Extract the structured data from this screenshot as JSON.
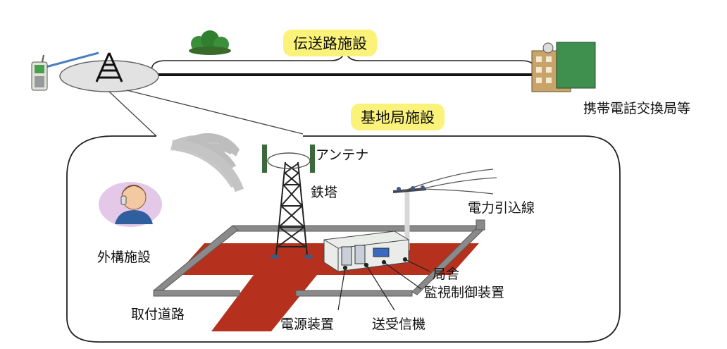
{
  "labels": {
    "transmission_facility": "伝送路施設",
    "base_station_facility": "基地局施設",
    "mobile_exchange": "携帯電話交換局等",
    "antenna": "アンテナ",
    "tower": "鉄塔",
    "power_lead_in": "電力引込線",
    "exterior_facility": "外構施設",
    "station_building": "局舎",
    "monitoring_control": "監視制御装置",
    "access_road": "取付道路",
    "power_supply": "電源装置",
    "transceiver": "送受信機"
  },
  "colors": {
    "highlight": "#fbf27a",
    "ground_pad": "#b5311e",
    "fence": "#8a8a8a",
    "callout_line": "#444444"
  }
}
